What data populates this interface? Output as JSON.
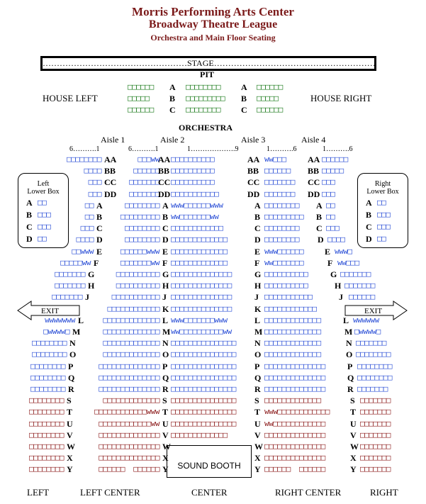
{
  "title": "Morris Performing Arts Center",
  "subtitle": "Broadway Theatre League",
  "subtitle2": "Orchestra and Main Floor Seating",
  "stage": "……………………………………………STAGE…………………………………………………",
  "pit": "PIT",
  "orchestra": "ORCHESTRA",
  "house_left": "HOUSE LEFT",
  "house_right": "HOUSE RIGHT",
  "aisles": [
    "Aisle 1",
    "Aisle 2",
    "Aisle 3",
    "Aisle 4"
  ],
  "seat_numbers": [
    "6……….1",
    "6……….1",
    "1……………….9",
    "1……….6",
    "1……….6"
  ],
  "pit_rows": [
    {
      "label": "A",
      "left": "□□□□□□",
      "center": "□□□□□□□□",
      "right": "□□□□□□"
    },
    {
      "label": "B",
      "left": "□□□□□",
      "center": "□□□□□□□□□",
      "right": "□□□□□"
    },
    {
      "label": "C",
      "left": "□□□□□□",
      "center": "□□□□□□□□",
      "right": "□□□□□□"
    }
  ],
  "left_box": {
    "title": "Left\nLower Box",
    "rows": [
      [
        "A",
        "□□"
      ],
      [
        "B",
        "□□□"
      ],
      [
        "C",
        "□□□"
      ],
      [
        "D",
        "□□"
      ]
    ]
  },
  "right_box": {
    "title": "Right\nLower Box",
    "rows": [
      [
        "A",
        "□□"
      ],
      [
        "B",
        "□□□"
      ],
      [
        "C",
        "□□□"
      ],
      [
        "D",
        "□□"
      ]
    ]
  },
  "exit_left": "EXIT",
  "exit_right": "EXIT",
  "sound_booth": "SOUND BOOTH",
  "sections": [
    "LEFT",
    "LEFT CENTER",
    "CENTER",
    "RIGHT CENTER",
    "RIGHT"
  ],
  "rows": [
    {
      "l": "AA",
      "a": "□□□□□□□□",
      "b": "□□□ww",
      "c": "□□□□□□□□□□",
      "d": "ww□□□",
      "e": "□□□□□□"
    },
    {
      "l": "BB",
      "a": "□□□□",
      "b": "□□□□□□",
      "c": "□□□□□□□□□□",
      "d": "□□□□□□",
      "e": "□□□□□"
    },
    {
      "l": "CC",
      "a": "□□□",
      "b": "□□□□□□□",
      "c": "□□□□□□□□□□",
      "d": "□□□□□□□",
      "e": "□□□"
    },
    {
      "l": "DD",
      "a": "□□□",
      "b": "□□□□□□□",
      "c": "□□□□□□□□□□□",
      "d": "□□□□□□□",
      "e": "□□□"
    },
    {
      "l": "A",
      "a": "□□",
      "b": "□□□□□□□□",
      "c": "www□□□□□□www",
      "d": "□□□□□□□□",
      "e": "□□"
    },
    {
      "l": "B",
      "a": "□□",
      "b": "□□□□□□□□□",
      "c": "ww□□□□□□□ww",
      "d": "□□□□□□□□□",
      "e": "□□"
    },
    {
      "l": "C",
      "a": "□□□",
      "b": "□□□□□□□□",
      "c": "□□□□□□□□□□□□",
      "d": "□□□□□□□□",
      "e": "□□□"
    },
    {
      "l": "D",
      "a": "□□□□",
      "b": "□□□□□□□□",
      "c": "□□□□□□□□□□□□□",
      "d": "□□□□□□□□",
      "e": "□□□□"
    },
    {
      "l": "E",
      "a": "□□www",
      "b": "□□□□□□www",
      "c": "□□□□□□□□□□□□□",
      "d": "www□□□□□□",
      "e": "www□"
    },
    {
      "l": "F",
      "a": "□□□□□ww",
      "b": "□□□□□□□ww",
      "c": "□□□□□□□□□□□□□",
      "d": "ww□□□□□□□",
      "e": "ww□□□"
    },
    {
      "l": "G",
      "a": "□□□□□□□",
      "b": "□□□□□□□□□□",
      "c": "□□□□□□□□□□□□□□",
      "d": "□□□□□□□□□□",
      "e": "□□□□□□□"
    },
    {
      "l": "H",
      "a": "□□□□□□□",
      "b": "□□□□□□□□□□",
      "c": "□□□□□□□□□□□□□□",
      "d": "□□□□□□□□□□",
      "e": "□□□□□□□"
    },
    {
      "l": "J",
      "a": "□□□□□□□",
      "b": "□□□□□□□□□□□",
      "c": "□□□□□□□□□□□□□□",
      "d": "□□□□□□□□□□□",
      "e": "□□□□□□"
    },
    {
      "l": "K",
      "a": "",
      "b": "□□□□□□□□□□□□",
      "c": "□□□□□□□□□□□□□□",
      "d": "□□□□□□□□□□□□",
      "e": ""
    },
    {
      "l": "L",
      "a": "wwwwwww",
      "b": "□□□□□□□□□□□□□",
      "c": "www□□□□□□□www",
      "d": "□□□□□□□□□□□□□",
      "e": "wwwwww"
    },
    {
      "l": "M",
      "a": "□wwww□",
      "b": "□□□□□□□□□□□□□",
      "c": "ww□□□□□□□□□□ww",
      "d": "□□□□□□□□□□□□□",
      "e": "□wwww□"
    },
    {
      "l": "N",
      "a": "□□□□□□□□",
      "b": "□□□□□□□□□□□□□",
      "c": "□□□□□□□□□□□□□□□",
      "d": "□□□□□□□□□□□□□",
      "e": "□□□□□□□"
    },
    {
      "l": "O",
      "a": "□□□□□□□□",
      "b": "□□□□□□□□□□□□□",
      "c": "□□□□□□□□□□□□□□□",
      "d": "□□□□□□□□□□□□□",
      "e": "□□□□□□□□"
    },
    {
      "l": "P",
      "a": "□□□□□□□□",
      "b": "□□□□□□□□□□□□□□",
      "c": "□□□□□□□□□□□□□□□",
      "d": "□□□□□□□□□□□□□□",
      "e": "□□□□□□□□"
    },
    {
      "l": "Q",
      "a": "□□□□□□□□",
      "b": "□□□□□□□□□□□□□□",
      "c": "□□□□□□□□□□□□□□□",
      "d": "□□□□□□□□□□□□□□",
      "e": "□□□□□□□□"
    },
    {
      "l": "R",
      "a": "□□□□□□□□",
      "b": "□□□□□□□□□□□□□□",
      "c": "□□□□□□□□□□□□□□□",
      "d": "□□□□□□□□□□□□□□",
      "e": "□□□□□□□"
    },
    {
      "l": "S",
      "a": "□□□□□□□□",
      "b": "□□□□□□□□□□□□□",
      "c": "□□□□□□□□□□□□□□□",
      "d": "□□□□□□□□□□□□□",
      "e": "□□□□□□□"
    },
    {
      "l": "T",
      "a": "□□□□□□□□",
      "b": "□□□□□□□□□□□□www",
      "c": "□□□□□□□□□□□□□□□",
      "d": "www□□□□□□□□□□□□",
      "e": "□□□□□□□"
    },
    {
      "l": "U",
      "a": "□□□□□□□□",
      "b": "□□□□□□□□□□□□ww",
      "c": "□□□□□□□□□□□□□□□",
      "d": "ww□□□□□□□□□□□□",
      "e": "□□□□□□□"
    },
    {
      "l": "V",
      "a": "□□□□□□□□",
      "b": "□□□□□□□□□□□□□□",
      "c": "□□□□□□□□□□□□□",
      "d": "□□□□□□□□□□□□□□",
      "e": "□□□□□□□"
    },
    {
      "l": "W",
      "a": "□□□□□□□□",
      "b": "□□□□□□□□□□□□□□",
      "c": "",
      "d": "□□□□□□□□□□□□□□",
      "e": "□□□□□□□"
    },
    {
      "l": "X",
      "a": "□□□□□□□□",
      "b": "□□□□□□□□□□□□□□",
      "c": "",
      "d": "□□□□□□□□□□□□□□",
      "e": "□□□□□□□"
    },
    {
      "l": "Y",
      "a": "□□□□□□□□",
      "b": "□□□□□□  □□□□□□",
      "c": "",
      "d": "□□□□□□  □□□□□□",
      "e": "□□□□□□□"
    }
  ],
  "colors": {
    "title": "#7b1a1a",
    "seat_blue": "#2b4fd6",
    "seat_green": "#1a7a1a",
    "seat_red": "#8b1a1a"
  }
}
